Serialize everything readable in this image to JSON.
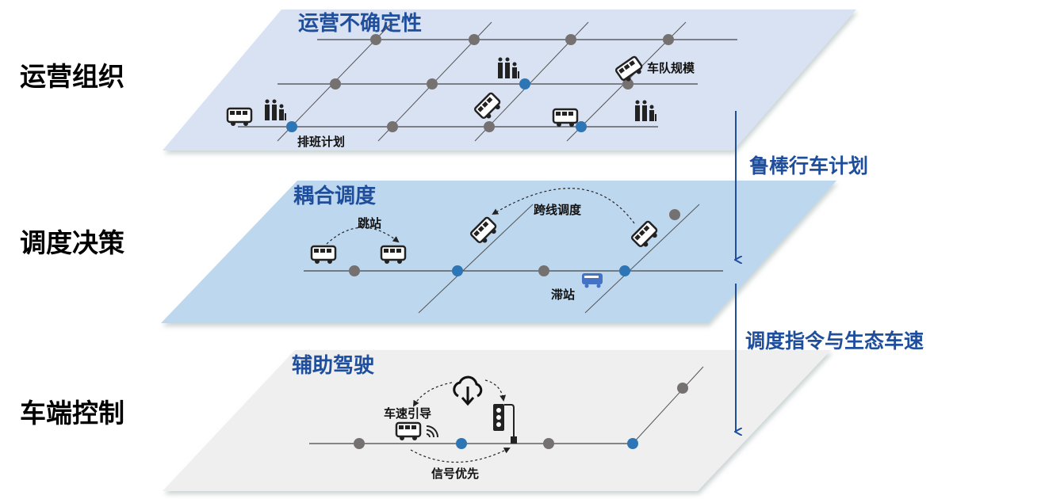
{
  "side_labels": [
    "运营组织",
    "调度决策",
    "车端控制"
  ],
  "layers": {
    "top": {
      "title": "运营不确定性",
      "labels": {
        "schedule": "排班计划",
        "fleet": "车队规模"
      }
    },
    "middle": {
      "title": "耦合调度",
      "labels": {
        "skip": "跳站",
        "cross": "跨线调度",
        "hold": "滞站"
      }
    },
    "bottom": {
      "title": "辅助驾驶",
      "labels": {
        "speed": "车速引导",
        "signal": "信号优先"
      }
    }
  },
  "flows": [
    "鲁棒行车计划",
    "调度指令与生态车速"
  ],
  "colors": {
    "top_layer": "#d9e2f3",
    "middle_layer": "#bdd7ee",
    "bottom_layer": "#efefef",
    "accent": "#1f4e9c",
    "blue_node": "#2e75b6",
    "grey_node": "#767171"
  }
}
